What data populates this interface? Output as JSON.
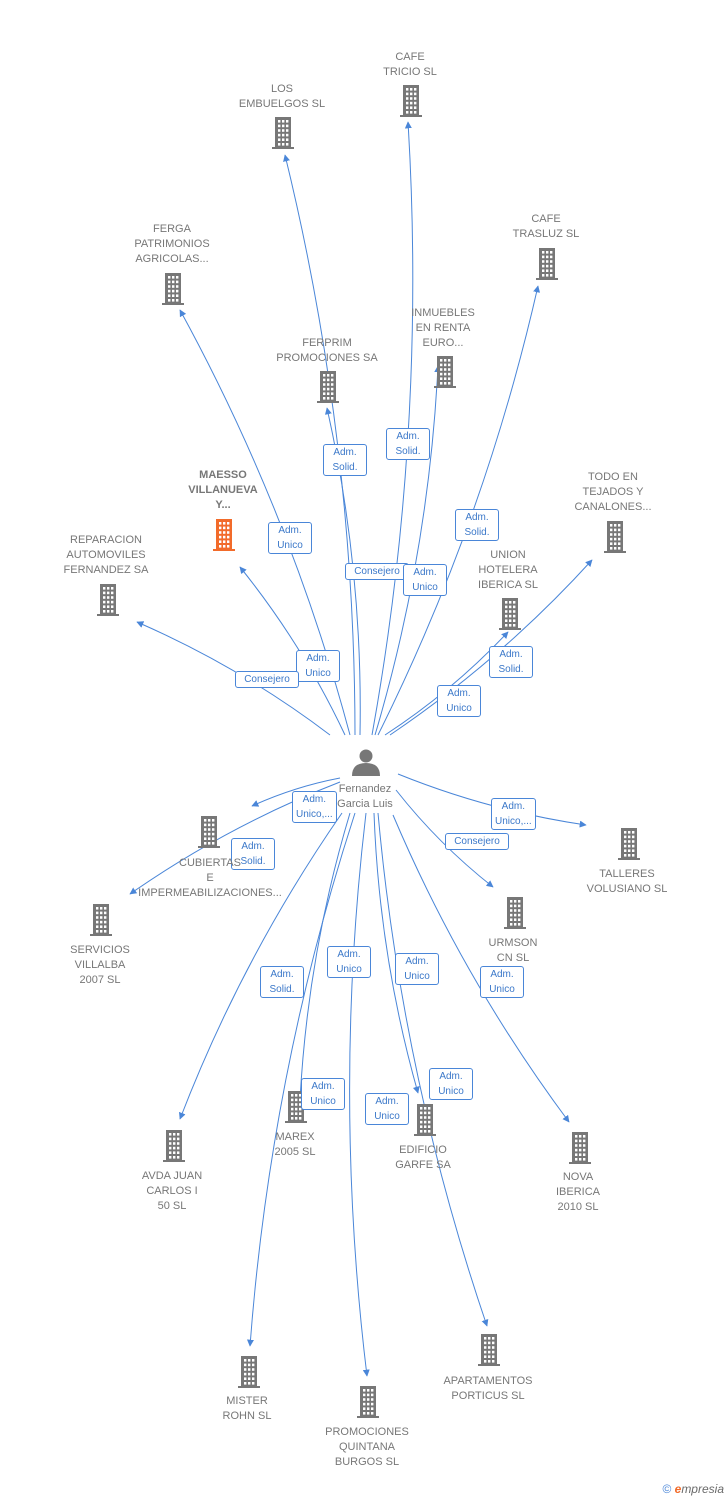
{
  "colors": {
    "edge": "#4a86d8",
    "building": "#777777",
    "highlight": "#f26b2a",
    "person": "#777777"
  },
  "center": {
    "name": "Fernandez\nGarcia Luis",
    "icon": "person-icon"
  },
  "nodes": [
    {
      "id": "cafe-tricio",
      "name": "CAFE\nTRICIO  SL",
      "icon": "building-icon"
    },
    {
      "id": "los-embuelgos",
      "name": "LOS\nEMBUELGOS SL",
      "icon": "building-icon"
    },
    {
      "id": "cafe-trasluz",
      "name": "CAFE\nTRASLUZ  SL",
      "icon": "building-icon"
    },
    {
      "id": "ferga",
      "name": "FERGA\nPATRIMONIOS\nAGRICOLAS...",
      "icon": "building-icon"
    },
    {
      "id": "inmuebles",
      "name": "INMUEBLES\nEN RENTA\nEURO...",
      "icon": "building-icon"
    },
    {
      "id": "ferprim",
      "name": "FERPRIM\nPROMOCIONES SA",
      "icon": "building-icon"
    },
    {
      "id": "maesso",
      "name": "MAESSO\nVILLANUEVA\nY...",
      "icon": "building-icon",
      "highlight": true
    },
    {
      "id": "todo-en-tejados",
      "name": "TODO EN\nTEJADOS Y\nCANALONES...",
      "icon": "building-icon"
    },
    {
      "id": "reparacion",
      "name": "REPARACION\nAUTOMOVILES\nFERNANDEZ SA",
      "icon": "building-icon"
    },
    {
      "id": "union-hotelera",
      "name": "UNION\nHOTELERA\nIBERICA SL",
      "icon": "building-icon"
    },
    {
      "id": "cubiertas",
      "name": "CUBIERTAS\nE\nIMPERMEABILIZACIONES...",
      "icon": "building-icon"
    },
    {
      "id": "talleres",
      "name": "TALLERES\nVOLUSIANO SL",
      "icon": "building-icon"
    },
    {
      "id": "servicios-villalba",
      "name": "SERVICIOS\nVILLALBA\n2007 SL",
      "icon": "building-icon"
    },
    {
      "id": "urmson",
      "name": "URMSON\nCN SL",
      "icon": "building-icon"
    },
    {
      "id": "avda-juan-carlos",
      "name": "AVDA JUAN\nCARLOS I\n50  SL",
      "icon": "building-icon"
    },
    {
      "id": "marex",
      "name": "MAREX\n2005 SL",
      "icon": "building-icon"
    },
    {
      "id": "edificio-garfe",
      "name": "EDIFICIO\nGARFE SA",
      "icon": "building-icon"
    },
    {
      "id": "nova-iberica",
      "name": "NOVA\nIBERICA\n2010 SL",
      "icon": "building-icon"
    },
    {
      "id": "mister-rohn",
      "name": "MISTER\nROHN  SL",
      "icon": "building-icon"
    },
    {
      "id": "apartamentos",
      "name": "APARTAMENTOS\nPORTICUS SL",
      "icon": "building-icon"
    },
    {
      "id": "promociones-quintana",
      "name": "PROMOCIONES\nQUINTANA\nBURGOS SL",
      "icon": "building-icon"
    }
  ],
  "edges": [
    {
      "to": "cafe-tricio",
      "label": "Adm.\nSolid."
    },
    {
      "to": "los-embuelgos",
      "label": "Consejero"
    },
    {
      "to": "cafe-trasluz",
      "label": "Adm.\nSolid."
    },
    {
      "to": "ferga",
      "label": "Adm.\nUnico"
    },
    {
      "to": "inmuebles",
      "label": "Adm.\nUnico"
    },
    {
      "to": "ferprim",
      "label": "Adm.\nSolid."
    },
    {
      "to": "maesso",
      "label": "Adm.\nUnico"
    },
    {
      "to": "todo-en-tejados",
      "label": "Adm.\nSolid."
    },
    {
      "to": "reparacion",
      "label": "Consejero"
    },
    {
      "to": "union-hotelera",
      "label": "Adm.\nUnico"
    },
    {
      "to": "cubiertas",
      "label": "Adm.\nUnico,..."
    },
    {
      "to": "talleres",
      "label": "Adm.\nUnico,..."
    },
    {
      "to": "servicios-villalba",
      "label": "Adm.\nSolid."
    },
    {
      "to": "urmson",
      "label": "Consejero"
    },
    {
      "to": "avda-juan-carlos",
      "label": "Adm.\nSolid."
    },
    {
      "to": "marex",
      "label": "Adm.\nUnico"
    },
    {
      "to": "edificio-garfe",
      "label": "Adm.\nUnico"
    },
    {
      "to": "nova-iberica",
      "label": "Adm.\nUnico"
    },
    {
      "to": "mister-rohn",
      "label": "Adm.\nUnico"
    },
    {
      "to": "apartamentos",
      "label": "Adm.\nUnico"
    },
    {
      "to": "promociones-quintana",
      "label": "Adm.\nUnico"
    }
  ],
  "footer": {
    "copyright": "©",
    "brand_e": "e",
    "brand_rest": "mpresia"
  }
}
